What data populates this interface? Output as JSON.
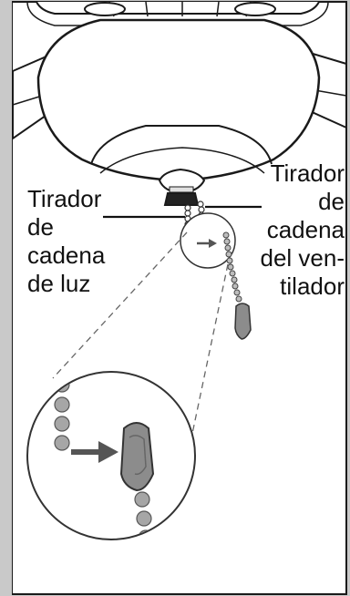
{
  "diagram": {
    "light_chain_label": [
      "Tirador",
      "de",
      "cadena",
      "de luz"
    ],
    "fan_chain_label": [
      "Tirador",
      "de",
      "cadena",
      "del ven-",
      "tilador"
    ]
  },
  "icons": {
    "arrow": "right-arrow-icon",
    "fob": "chain-fob-icon"
  },
  "colors": {
    "background": "#c9c9c9",
    "panel": "#ffffff",
    "line": "#1a1a1a",
    "fob_gray": "#8c8c8c",
    "bead_gray": "#a6a6a6"
  }
}
